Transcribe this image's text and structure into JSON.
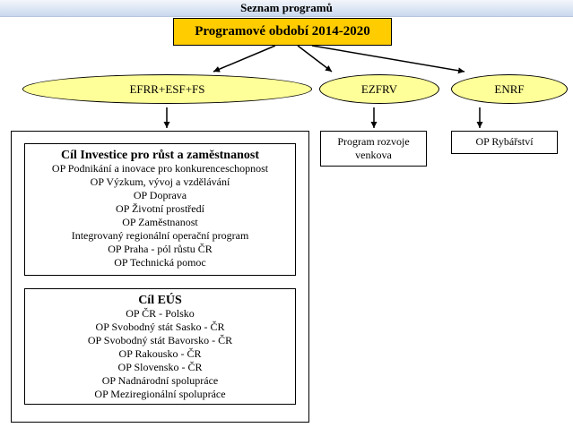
{
  "header": {
    "title": "Seznam programů"
  },
  "period": {
    "label": "Programové období 2014-2020"
  },
  "funds": {
    "efrr": {
      "label": "EFRR+ESF+FS"
    },
    "ezfrv": {
      "label": "EZFRV"
    },
    "enrf": {
      "label": "ENRF"
    }
  },
  "efrr_boxes": {
    "investice": {
      "title": "Cíl Investice pro růst a zaměstnanost",
      "items": [
        "OP Podnikání a inovace pro konkurenceschopnost",
        "OP Výzkum, vývoj a vzdělávání",
        "OP Doprava",
        "OP Životní prostředí",
        "OP Zaměstnanost",
        "Integrovaný regionální operační program",
        "OP Praha - pól růstu ČR",
        "OP Technická pomoc"
      ]
    },
    "eus": {
      "title": "Cíl EÚS",
      "items": [
        "OP ČR - Polsko",
        "OP Svobodný stát Sasko - ČR",
        "OP Svobodný stát Bavorsko - ČR",
        "OP Rakousko - ČR",
        "OP Slovensko - ČR",
        "OP Nadnárodní spolupráce",
        "OP Meziregionální spolupráce"
      ]
    }
  },
  "ezfrv_program": {
    "lines": [
      "Program rozvoje",
      "venkova"
    ]
  },
  "enrf_program": {
    "label": "OP Rybářství"
  }
}
